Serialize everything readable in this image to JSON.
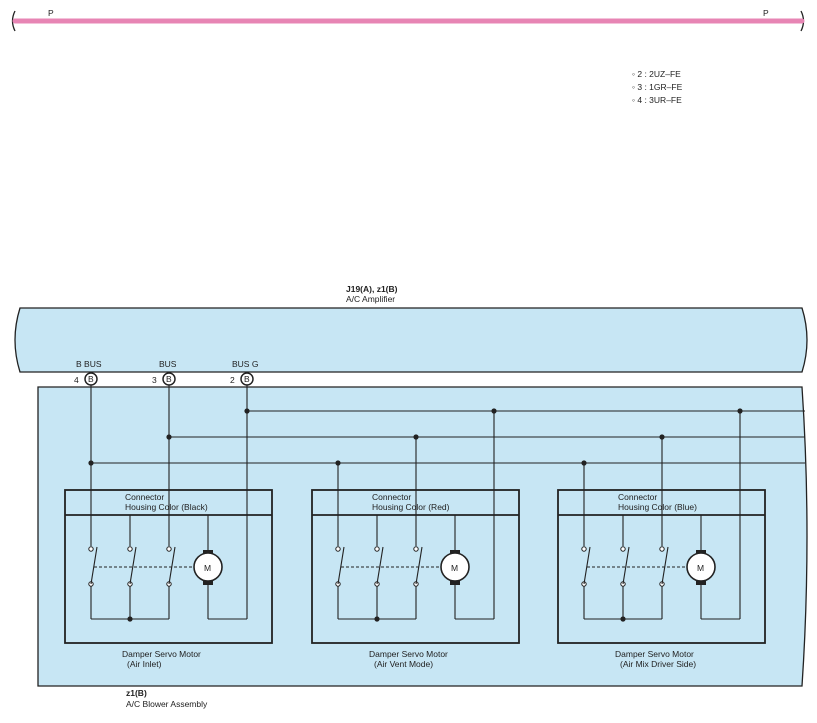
{
  "colors": {
    "pink_wire": "#e785b4",
    "amp_fill": "#c7e6f4",
    "blower_fill": "#c7e6f4",
    "stroke": "#222222"
  },
  "top_wire": {
    "left_label": "P",
    "right_label": "P"
  },
  "notes": [
    "◦ 2 : 2UZ–FE",
    "◦ 3 : 1GR–FE",
    "◦ 4 : 3UR–FE"
  ],
  "amplifier": {
    "code": "J19(A), z1(B)",
    "name": "A/C Amplifier"
  },
  "pins": [
    {
      "num": "4",
      "conn": "B",
      "label": "B BUS"
    },
    {
      "num": "3",
      "conn": "B",
      "label": "BUS"
    },
    {
      "num": "2",
      "conn": "B",
      "label": "BUS G"
    }
  ],
  "motors": [
    {
      "connector_line1": "Connector",
      "connector_line2": "Housing Color (Black)",
      "name_line1": "Damper Servo Motor",
      "name_line2": "(Air Inlet)",
      "symbol": "M"
    },
    {
      "connector_line1": "Connector",
      "connector_line2": "Housing Color (Red)",
      "name_line1": "Damper Servo Motor",
      "name_line2": "(Air Vent Mode)",
      "symbol": "M"
    },
    {
      "connector_line1": "Connector",
      "connector_line2": "Housing Color (Blue)",
      "name_line1": "Damper Servo Motor",
      "name_line2": "(Air Mix Driver Side)",
      "symbol": "M"
    }
  ],
  "blower": {
    "code": "z1(B)",
    "name": "A/C Blower Assembly"
  }
}
